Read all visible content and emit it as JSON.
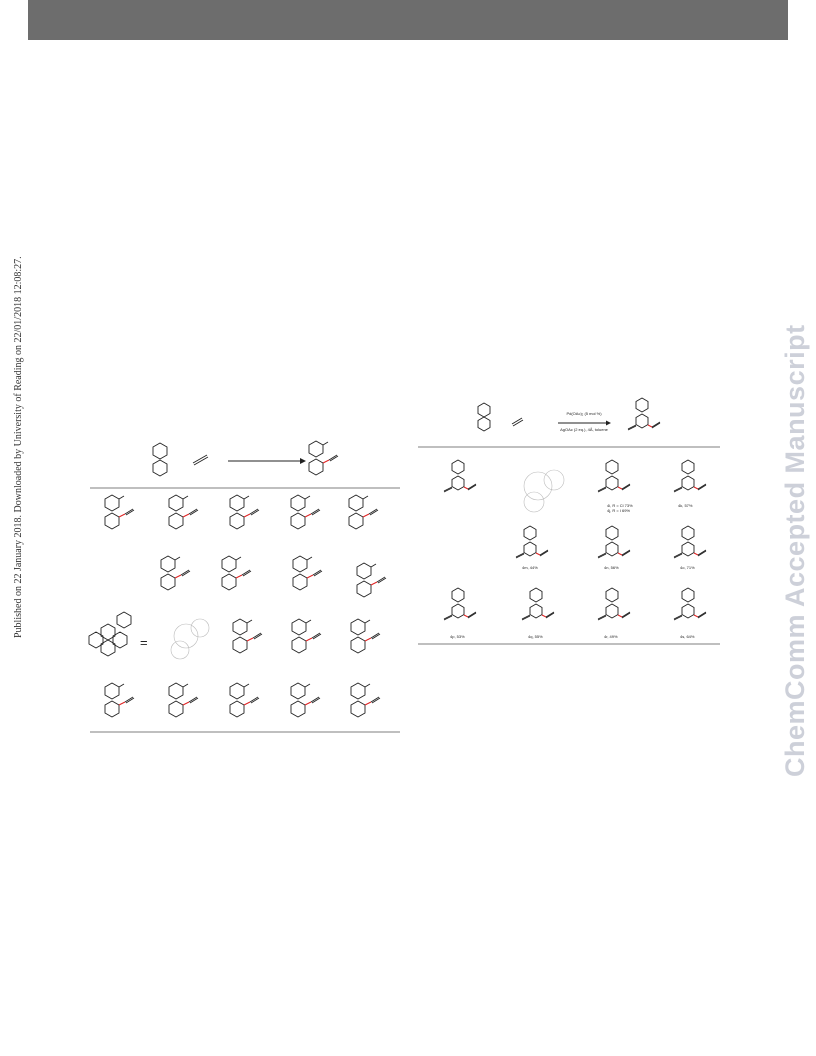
{
  "header": {
    "bar_color": "#6d6d6d"
  },
  "sidebar": {
    "published_line": "Published on 22 January 2018. Downloaded by University of Reading on 22/01/2018 12:08:27."
  },
  "watermark": {
    "text": "ChemComm Accepted Manuscript",
    "color": "#cdd0d9"
  },
  "scheme_right": {
    "reagent_line_1": "Pd(OAc)₂ (5 mol %)",
    "reagent_line_2": "AgOAc (2 eq.), 4Å, toluene",
    "compound_labels": [
      "4i, R = Cl 73%",
      "4j, R = I 69%",
      "4k, 57%",
      "4m, 44%",
      "4n, 56%",
      "4o, 71%",
      "4p, 53%",
      "4q, 55%",
      "4r, 49%",
      "4s, 64%"
    ],
    "colors": {
      "accent_bond": "#e02020"
    }
  },
  "scheme_left": {
    "colors": {
      "accent_bond": "#e02020"
    }
  }
}
